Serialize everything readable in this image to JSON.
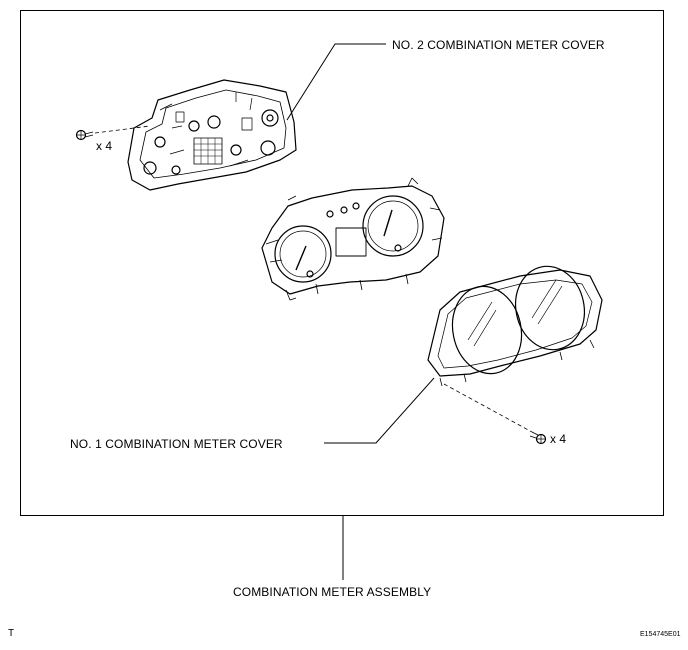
{
  "labels": {
    "no2_cover": "NO. 2 COMBINATION METER COVER",
    "no1_cover": "NO. 1 COMBINATION METER COVER",
    "assembly": "COMBINATION METER ASSEMBLY"
  },
  "quantities": {
    "upper_screws": "x 4",
    "lower_screws": "x 4"
  },
  "footer": {
    "left_mark": "T",
    "figure_code": "E154745E01"
  }
}
